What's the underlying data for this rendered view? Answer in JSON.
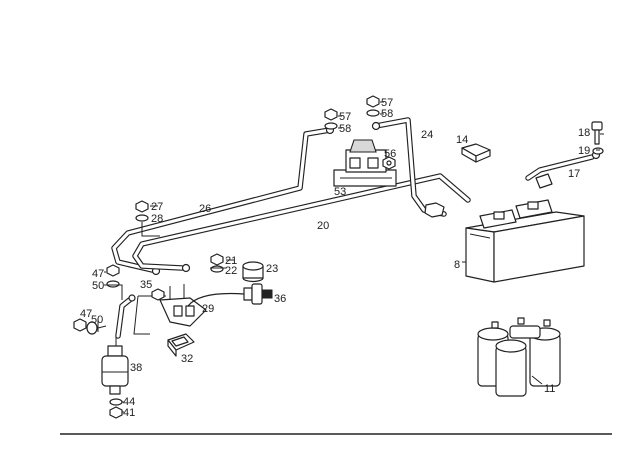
{
  "labels": {
    "l57a": "57",
    "l58a": "58",
    "l57b": "57",
    "l58b": "58",
    "l24": "24",
    "l14": "14",
    "l18": "18",
    "l19": "19",
    "l17": "17",
    "l56": "56",
    "l53": "53",
    "l26": "26",
    "l27": "27",
    "l28": "28",
    "l20": "20",
    "l8": "8",
    "l21": "21",
    "l22": "22",
    "l23": "23",
    "l47a": "47",
    "l50a": "50",
    "l35": "35",
    "l36": "36",
    "l29": "29",
    "l47b": "47",
    "l50b": "50",
    "l32": "32",
    "l38": "38",
    "l44": "44",
    "l41": "41",
    "l11": "11"
  }
}
